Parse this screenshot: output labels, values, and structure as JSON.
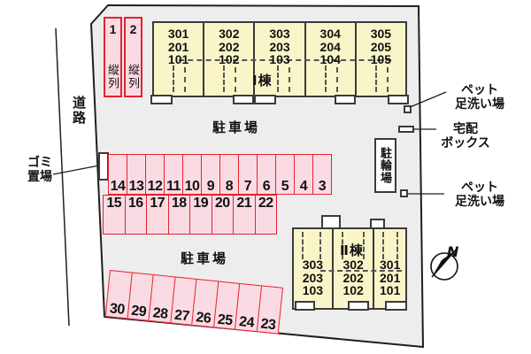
{
  "site": {
    "road_label": "道路",
    "garbage_label_lines": "ゴミ\n置場"
  },
  "tandem": {
    "spaces": [
      {
        "number": "1",
        "label": "縦列"
      },
      {
        "number": "2",
        "label": "縦列"
      }
    ]
  },
  "building1": {
    "name": "Ⅰ棟",
    "units": [
      [
        "301",
        "201",
        "101"
      ],
      [
        "302",
        "202",
        "102"
      ],
      [
        "303",
        "203",
        "103"
      ],
      [
        "304",
        "204",
        "104"
      ],
      [
        "305",
        "205",
        "105"
      ]
    ]
  },
  "building2": {
    "name": "Ⅱ棟",
    "units": [
      [
        "303",
        "203",
        "103"
      ],
      [
        "302",
        "202",
        "102"
      ],
      [
        "301",
        "201",
        "101"
      ]
    ]
  },
  "parking": {
    "middle_label": "駐車場",
    "middle_top": [
      "14",
      "13",
      "12",
      "11",
      "10",
      "9",
      "8",
      "7",
      "6",
      "5",
      "4",
      "3"
    ],
    "middle_bottom": [
      "15",
      "16",
      "17",
      "18",
      "19",
      "20",
      "21",
      "22"
    ],
    "bottom_label": "駐車場",
    "bottom_row": [
      "30",
      "29",
      "28",
      "27",
      "26",
      "25",
      "24",
      "23"
    ]
  },
  "bicycle": {
    "label": "駐輪場"
  },
  "amenities": {
    "pet_wash_top_lines": "ペット\n足洗い場",
    "delivery_box_lines": "宅配\nボックス",
    "pet_wash_bottom_lines": "ペット\n足洗い場"
  },
  "compass": {
    "north_label": "N"
  },
  "colors": {
    "site_fill": "#ededed",
    "parking_fill": "#fbdbe3",
    "parking_border": "#e6212e",
    "building_fill": "#faf5c8",
    "building_border": "#3a3a3a",
    "line": "#1f1f1f"
  }
}
